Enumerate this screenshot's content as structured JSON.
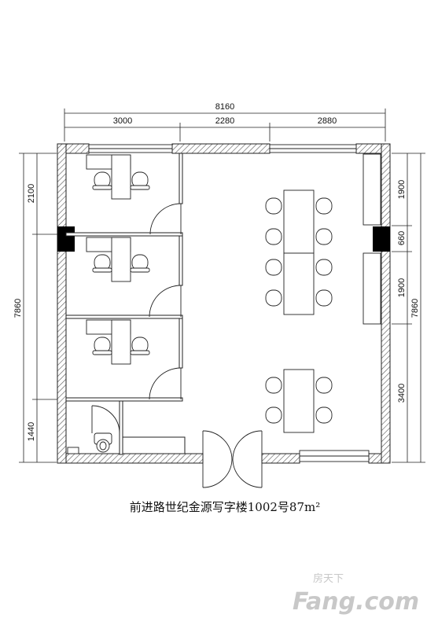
{
  "dimensions": {
    "overall_width": "8160",
    "segment_widths": [
      "3000",
      "2280",
      "2880"
    ],
    "left_segments": [
      "2100",
      "1440"
    ],
    "left_total": "7860",
    "right_segments": [
      "1900",
      "660",
      "1900",
      "3400"
    ],
    "right_total": "7860"
  },
  "caption": {
    "title": "前进路世纪金源写字楼1002号87m²"
  },
  "watermark": {
    "cn": "房天下",
    "en": "Fang.com"
  },
  "colors": {
    "line": "#222222",
    "hatch": "#666666",
    "column": "#000000",
    "watermark": "#c8c8c8"
  }
}
